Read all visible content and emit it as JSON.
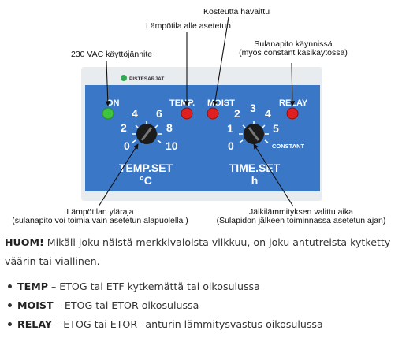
{
  "callouts": {
    "kosteutta": "Kosteutta havaittu",
    "lampotila_alle": "Lämpötila alle asetetun",
    "sulanapito_1": "Sulanapito käynnissä",
    "sulanapito_2": "(myös constant käsikäytössä)",
    "kayttojannite": "230 VAC käyttöjännite",
    "ylaraja_1": "Lämpötilan yläraja",
    "ylaraja_2": "(sulanapito voi toimia vain asetetun alapuolella )",
    "jalkilammitys_1": "Jälkilämmityksen valittu aika",
    "jalkilammitys_2": "(Sulapidon jälkeen toiminnassa asetetun ajan)"
  },
  "panel": {
    "brand": "PISTESARJAT",
    "led_labels": {
      "on": "ON",
      "temp": "TEMP.",
      "moist": "MOIST",
      "relay": "RELAY"
    },
    "temp_dial": {
      "numbers": [
        "0",
        "2",
        "4",
        "6",
        "8",
        "10"
      ],
      "title": "TEMP.SET",
      "unit": "°C"
    },
    "time_dial": {
      "numbers": [
        "0",
        "1",
        "2",
        "3",
        "4",
        "5"
      ],
      "extra": "CONSTANT",
      "title": "TIME.SET",
      "unit": "h"
    }
  },
  "colors": {
    "panel_blue": "#3a78c7",
    "led_green": "#3ec43e",
    "led_red": "#e02020",
    "housing": "#e9ecef",
    "brand_green": "#2fa84f"
  },
  "note": {
    "label": "HUOM!",
    "text": " Mikäli joku näistä merkkivaloista vilkkuu, on joku antutreista kytketty väärin tai viallinen."
  },
  "bullets": [
    {
      "term": "TEMP",
      "text": " – ETOG tai ETF kytkemättä tai oikosulussa"
    },
    {
      "term": "MOIST",
      "text": " – ETOG tai ETOR oikosulussa"
    },
    {
      "term": "RELAY",
      "text": " – ETOG tai ETOR –anturin lämmitysvastus oikosulussa"
    }
  ]
}
